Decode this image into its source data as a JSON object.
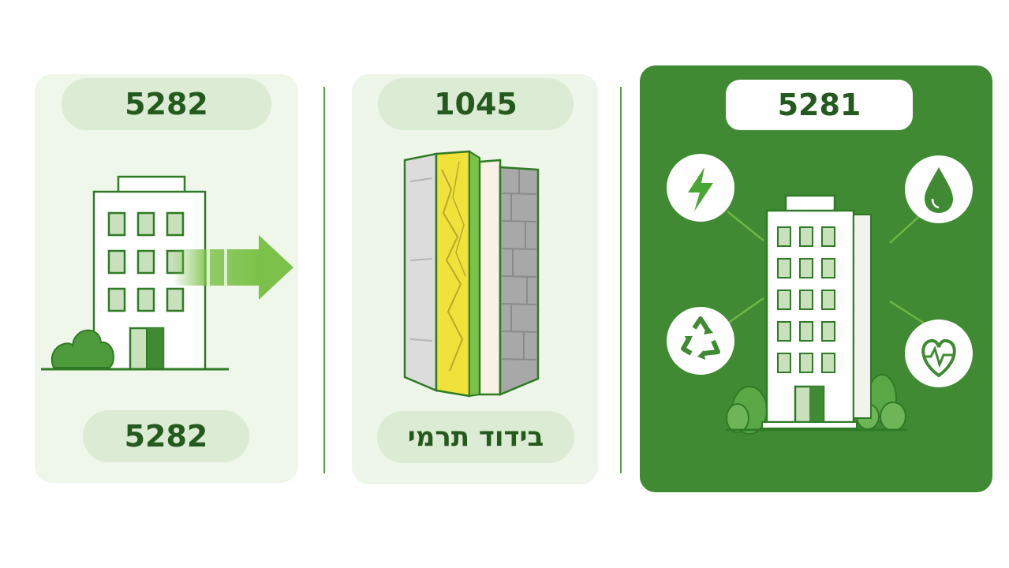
{
  "panels": [
    {
      "top_label": "5282",
      "bottom_label": "5282"
    },
    {
      "top_label": "1045",
      "bottom_label": "בידוד תרמי"
    },
    {
      "top_label": "5281"
    }
  ],
  "colors": {
    "dark_green": "#3f8a32",
    "text_green": "#245a1d",
    "light_green_bg": "#eff6ea",
    "pill_light": "#dcebd3",
    "accent_green": "#7cc24a",
    "insulation_yellow": "#f0e23a"
  },
  "icons": [
    "building-icon",
    "arrow-right-icon",
    "bush-icon",
    "wall-layers-icon",
    "lightning-icon",
    "water-drop-icon",
    "recycle-icon",
    "heart-pulse-icon",
    "green-building-icon"
  ]
}
